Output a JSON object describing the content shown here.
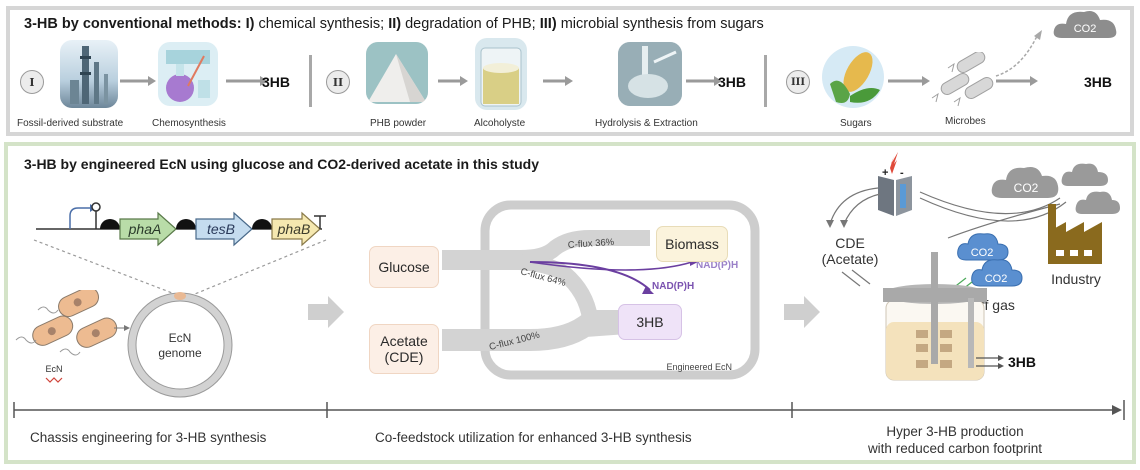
{
  "top_panel": {
    "title_bold": "3-HB by conventional methods:",
    "title_rest": [
      {
        "bold": "I)",
        "text": " chemical synthesis; "
      },
      {
        "bold": "II)",
        "text": " degradation of PHB; "
      },
      {
        "bold": "III)",
        "text": " microbial synthesis from sugars"
      }
    ],
    "routes": [
      {
        "numeral": "I",
        "steps": [
          "Fossil-derived substrate",
          "Chemosynthesis"
        ],
        "product": "3HB"
      },
      {
        "numeral": "II",
        "steps": [
          "PHB powder",
          "Alcoholyste",
          "Hydrolysis & Extraction"
        ],
        "product": "3HB"
      },
      {
        "numeral": "III",
        "steps": [
          "Sugars",
          "Microbes"
        ],
        "product": "3HB",
        "byproduct": "CO2"
      }
    ]
  },
  "bottom_panel": {
    "title": "3-HB by engineered EcN using glucose and CO2-derived acetate in this study",
    "genes": [
      "phaA",
      "tesB",
      "phaB"
    ],
    "genome_label_1": "EcN",
    "genome_label_2": "genome",
    "cell_label": "EcN",
    "flux_diagram": {
      "inputs": [
        "Glucose",
        "Acetate (CDE)"
      ],
      "acetate_line1": "Acetate",
      "acetate_line2": "(CDE)",
      "outputs": [
        "Biomass",
        "3HB"
      ],
      "fluxes": [
        {
          "from": "Glucose",
          "to": "Biomass",
          "label": "C-flux 36%",
          "percent": 36
        },
        {
          "from": "Glucose",
          "to": "3HB",
          "label": "C-flux 64%",
          "percent": 64
        },
        {
          "from": "Acetate (CDE)",
          "to": "3HB",
          "label": "C-flux 100%",
          "percent": 100
        }
      ],
      "cofactor_labels": [
        "NAD(P)H",
        "NAD(P)H"
      ],
      "container_label": "Engineered EcN"
    },
    "process": {
      "cde_line1": "CDE",
      "cde_line2": "(Acetate)",
      "co2_source": "CO2",
      "industry_label": "Industry",
      "offgas_label": "Off gas",
      "offgas_co2": [
        "CO2",
        "CO2"
      ],
      "product": "3HB"
    },
    "timeline": [
      {
        "label": "Chassis engineering for 3-HB synthesis"
      },
      {
        "label": "Co-feedstock utilization for enhanced 3-HB synthesis"
      },
      {
        "label_line1": "Hyper 3-HB production",
        "label_line2": "with reduced carbon footprint"
      }
    ]
  },
  "colors": {
    "top_border": "#d6d6d6",
    "bottom_border": "#d4e3c8",
    "phaA": "#b9dca8",
    "tesB": "#c5dcef",
    "phaB": "#f5e8b0",
    "input_node": "#fcefe6",
    "biomass_node": "#fbf3dc",
    "hb_node": "#efe3f8",
    "flux": "#cfcfcf",
    "nadph": "#6b3fa0",
    "factory": "#8a6a1e",
    "offgas_cloud": "#5a8fd0"
  }
}
